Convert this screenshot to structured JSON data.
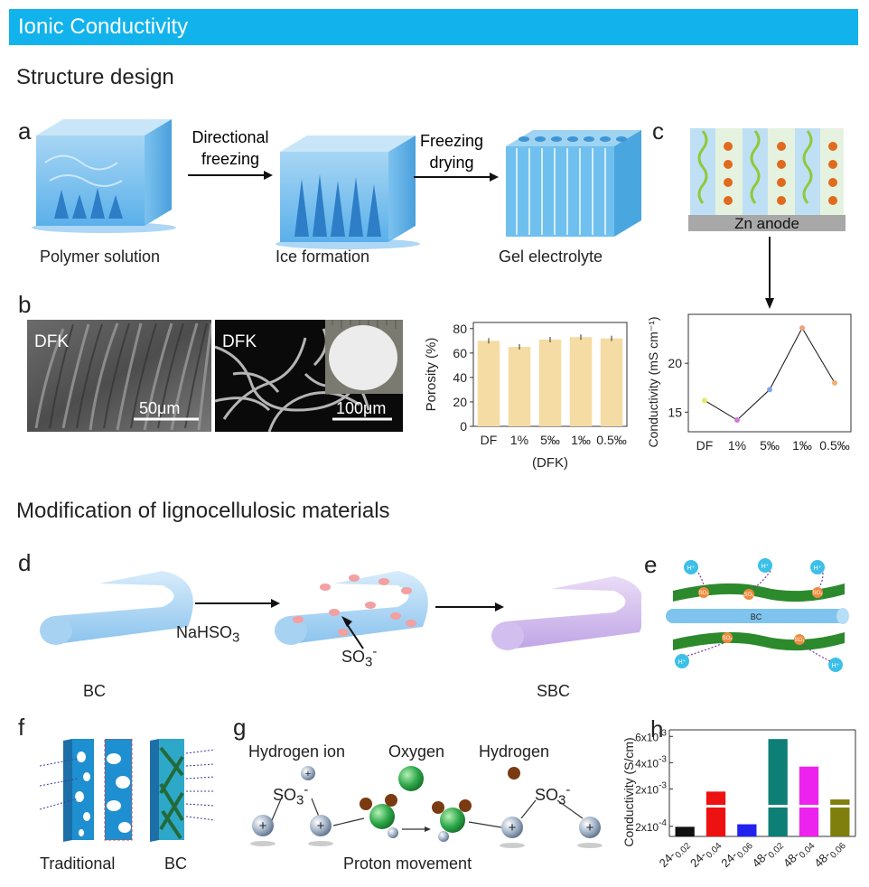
{
  "banner": {
    "title": "Ionic Conductivity"
  },
  "sections": {
    "structure": "Structure design",
    "modification": "Modification of lignocellulosic materials"
  },
  "panel_a": {
    "label": "a",
    "arrow1": [
      "Directional",
      "freezing"
    ],
    "arrow2": [
      "Freezing",
      "drying"
    ],
    "captions": [
      "Polymer solution",
      "Ice formation",
      "Gel electrolyte"
    ]
  },
  "panel_b": {
    "label": "b",
    "sem1_tag": "DFK",
    "sem1_scale": "50μm",
    "sem2_tag": "DFK",
    "sem2_scale": "100μm"
  },
  "panel_c": {
    "label": "c",
    "anode": "Zn anode"
  },
  "panel_d": {
    "label": "d",
    "reagent": "NaHSO",
    "reagent_sub": "3",
    "group": "SO",
    "group_sub": "3",
    "group_sup": "-",
    "left_caption": "BC",
    "right_caption": "SBC"
  },
  "panel_e": {
    "label": "e",
    "center": "BC",
    "ion": "H⁺",
    "group": "SO₃"
  },
  "panel_f": {
    "label": "f",
    "captions": [
      "Traditional",
      "BC"
    ]
  },
  "panel_g": {
    "label": "g",
    "legend": [
      "Hydrogen ion",
      "Oxygen",
      "Hydrogen"
    ],
    "group": "SO",
    "group_sub": "3",
    "group_sup": "-",
    "caption": "Proton movement"
  },
  "panel_h": {
    "label": "h"
  },
  "colors": {
    "banner": "#12b3ec",
    "porosity_bar": "#f5dca4",
    "line_point": "#777777"
  },
  "chart_data": [
    {
      "type": "bar",
      "panel": "b",
      "ylabel": "Porosity (%)",
      "xlabel": "(DFK)",
      "categories": [
        "DF",
        "1%",
        "5‰",
        "1‰",
        "0.5‰"
      ],
      "values": [
        70,
        65,
        71,
        73,
        72
      ],
      "yticks": [
        0,
        20,
        40,
        60,
        80
      ],
      "ylim": [
        0,
        85
      ]
    },
    {
      "type": "line",
      "panel": "c",
      "ylabel": "Conductivity (mS cm⁻¹)",
      "categories": [
        "DF",
        "1%",
        "5‰",
        "1‰",
        "0.5‰"
      ],
      "values": [
        16.2,
        14.2,
        17.3,
        23.6,
        18.0
      ],
      "yticks": [
        15,
        20
      ],
      "ylim": [
        13,
        25
      ],
      "point_colors": [
        "#e8e86a",
        "#d07ad8",
        "#7aa7e6",
        "#f0a07a",
        "#f0b070"
      ]
    },
    {
      "type": "bar",
      "panel": "h",
      "ylabel": "Conductivity (S/cm)",
      "categories": [
        "24-0.02",
        "24-0.04",
        "24-0.06",
        "48-0.02",
        "48-0.04",
        "48-0.06"
      ],
      "tick_labels": [
        {
          "main": "24-",
          "sub": "0.02"
        },
        {
          "main": "24-",
          "sub": "0.04"
        },
        {
          "main": "24-",
          "sub": "0.06"
        },
        {
          "main": "48-",
          "sub": "0.02"
        },
        {
          "main": "48-",
          "sub": "0.04"
        },
        {
          "main": "48-",
          "sub": "0.06"
        }
      ],
      "values": [
        0.00019,
        0.0018,
        0.00024,
        0.0058,
        0.0037,
        0.0012
      ],
      "colors": [
        "#111111",
        "#ee1111",
        "#2222ee",
        "#0e7f76",
        "#ee22ee",
        "#7f7f0e"
      ],
      "broken_axis": true,
      "yticks": [
        {
          "main": "2x10",
          "sup": "-4"
        },
        {
          "main": "2x10",
          "sup": "-3"
        },
        {
          "main": "4x10",
          "sup": "-3"
        },
        {
          "main": "6x10",
          "sup": "-3"
        }
      ]
    }
  ]
}
